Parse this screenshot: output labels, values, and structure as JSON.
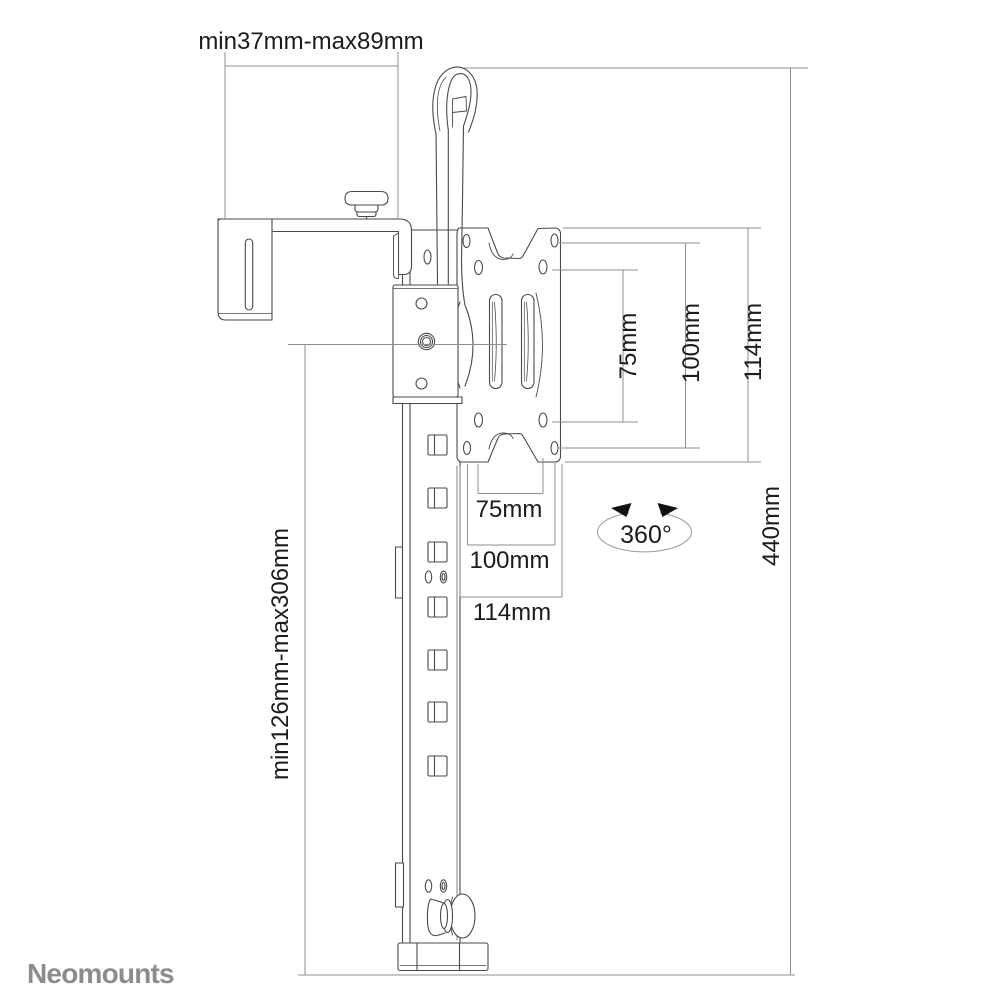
{
  "brand": {
    "logo_text": "Neomounts",
    "logo_color": "#8c8c8c"
  },
  "diagram": {
    "title_hint": "monitor mount side-view dimension drawing",
    "labels": {
      "top_width": "min37mm-max89mm",
      "left_height": "min126mm-max306mm",
      "total_height": "440mm",
      "rotation": "360°",
      "vesa_vertical": [
        "75mm",
        "100mm",
        "114mm"
      ],
      "vesa_horizontal": [
        "75mm",
        "100mm",
        "114mm"
      ]
    },
    "colors": {
      "outline": "#4a4a4a",
      "dimension_line": "#8f8f8f",
      "text": "#1b1b1b",
      "arrow": "#111111"
    }
  }
}
